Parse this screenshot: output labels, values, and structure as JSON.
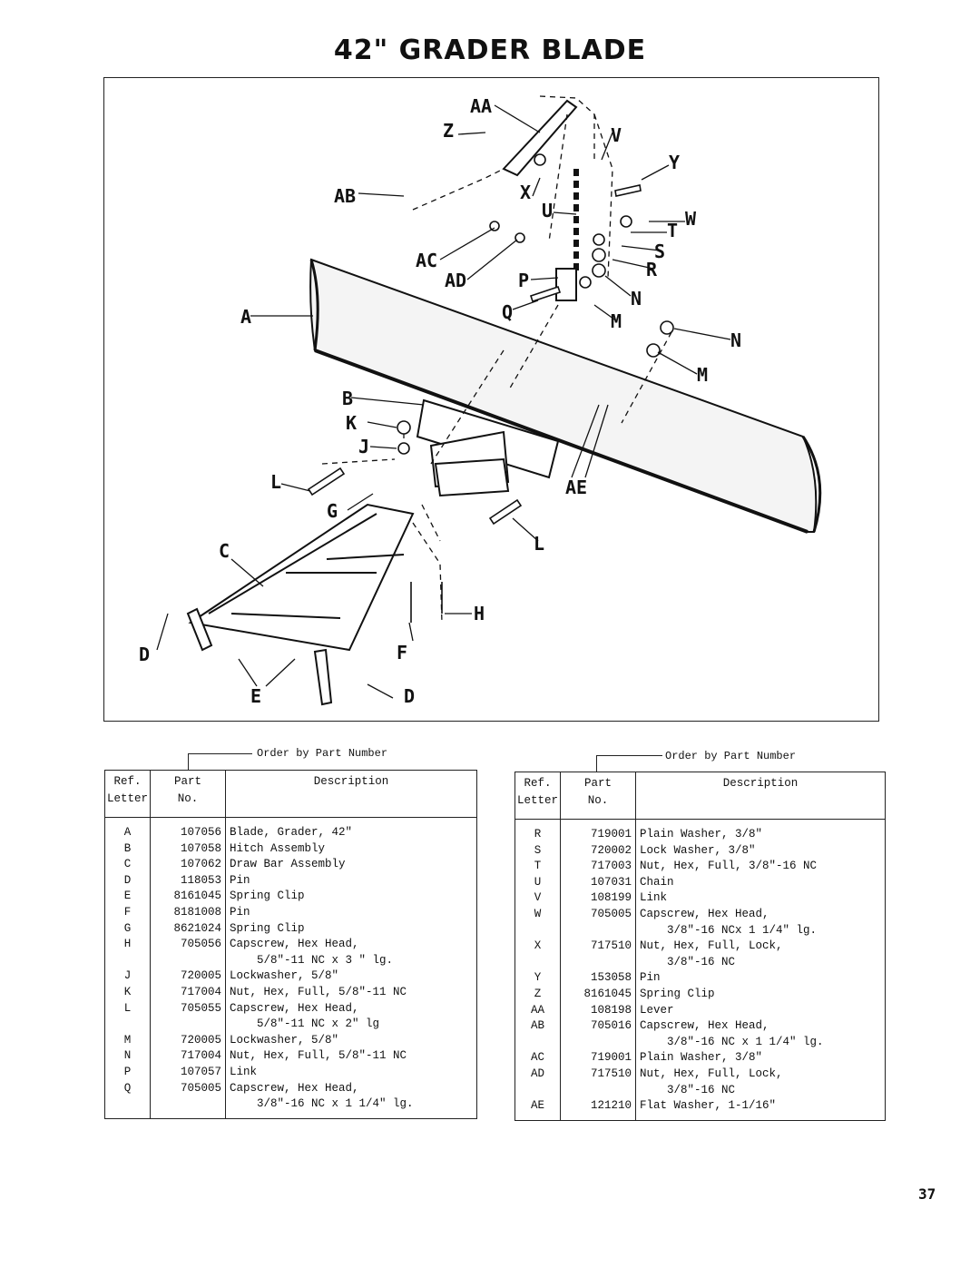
{
  "page": {
    "title": "42\" GRADER BLADE",
    "page_number": "37"
  },
  "diagram": {
    "labels": [
      "AA",
      "Z",
      "V",
      "Y",
      "AB",
      "X",
      "W",
      "U",
      "T",
      "S",
      "AC",
      "R",
      "AD",
      "P",
      "N",
      "Q",
      "M",
      "A",
      "N",
      "M",
      "B",
      "K",
      "J",
      "AE",
      "L",
      "G",
      "L",
      "C",
      "H",
      "D",
      "F",
      "E",
      "D"
    ]
  },
  "order_note": "Order by Part Number",
  "headers": {
    "ref": "Ref.\nLetter",
    "part": "Part\nNo.",
    "desc": "Description"
  },
  "left_table": [
    {
      "ref": "A",
      "part": "107056",
      "desc": "Blade, Grader, 42\""
    },
    {
      "ref": "B",
      "part": "107058",
      "desc": "Hitch Assembly"
    },
    {
      "ref": "C",
      "part": "107062",
      "desc": "Draw Bar Assembly"
    },
    {
      "ref": "D",
      "part": "118053",
      "desc": "Pin"
    },
    {
      "ref": "E",
      "part": "8161045",
      "desc": "Spring Clip"
    },
    {
      "ref": "F",
      "part": "8181008",
      "desc": "Pin"
    },
    {
      "ref": "G",
      "part": "8621024",
      "desc": "Spring Clip"
    },
    {
      "ref": "H",
      "part": "705056",
      "desc": "Capscrew, Hex Head,\n    5/8\"-11 NC x 3 \" lg."
    },
    {
      "ref": "J",
      "part": "720005",
      "desc": "Lockwasher, 5/8\""
    },
    {
      "ref": "K",
      "part": "717004",
      "desc": "Nut, Hex, Full, 5/8\"-11 NC"
    },
    {
      "ref": "L",
      "part": "705055",
      "desc": "Capscrew, Hex Head,\n    5/8\"-11 NC x 2\" lg"
    },
    {
      "ref": "M",
      "part": "720005",
      "desc": "Lockwasher, 5/8\""
    },
    {
      "ref": "N",
      "part": "717004",
      "desc": "Nut, Hex, Full, 5/8\"-11 NC"
    },
    {
      "ref": "P",
      "part": "107057",
      "desc": "Link"
    },
    {
      "ref": "Q",
      "part": "705005",
      "desc": "Capscrew, Hex Head,\n    3/8\"-16 NC x 1 1/4\" lg."
    }
  ],
  "right_table": [
    {
      "ref": "R",
      "part": "719001",
      "desc": "Plain Washer, 3/8\""
    },
    {
      "ref": "S",
      "part": "720002",
      "desc": "Lock Washer, 3/8\""
    },
    {
      "ref": "T",
      "part": "717003",
      "desc": "Nut, Hex, Full, 3/8\"-16 NC"
    },
    {
      "ref": "U",
      "part": "107031",
      "desc": "Chain"
    },
    {
      "ref": "V",
      "part": "108199",
      "desc": "Link"
    },
    {
      "ref": "W",
      "part": "705005",
      "desc": "Capscrew, Hex Head,\n    3/8\"-16 NCx 1 1/4\" lg."
    },
    {
      "ref": "X",
      "part": "717510",
      "desc": "Nut, Hex, Full, Lock,\n    3/8\"-16 NC"
    },
    {
      "ref": "Y",
      "part": "153058",
      "desc": "Pin"
    },
    {
      "ref": "Z",
      "part": "8161045",
      "desc": "Spring Clip"
    },
    {
      "ref": "AA",
      "part": "108198",
      "desc": "Lever"
    },
    {
      "ref": "AB",
      "part": "705016",
      "desc": "Capscrew, Hex Head,\n    3/8\"-16 NC x 1 1/4\" lg."
    },
    {
      "ref": "AC",
      "part": "719001",
      "desc": "Plain Washer, 3/8\""
    },
    {
      "ref": "AD",
      "part": "717510",
      "desc": "Nut, Hex, Full, Lock,\n    3/8\"-16 NC"
    },
    {
      "ref": "AE",
      "part": "121210",
      "desc": "Flat Washer, 1-1/16\""
    }
  ]
}
